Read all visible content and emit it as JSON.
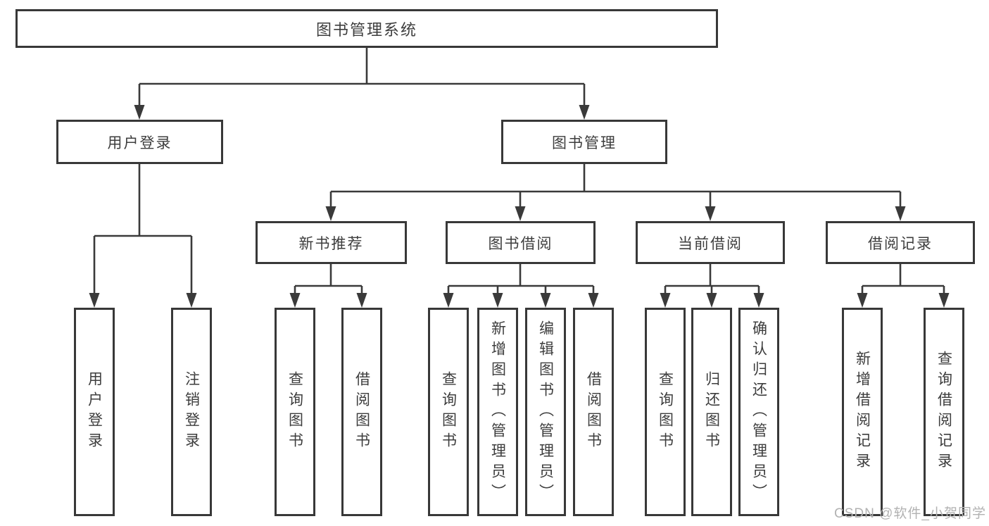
{
  "diagram_title": "图书管理系统",
  "tree": {
    "root": {
      "label": "图书管理系统"
    },
    "branches": [
      {
        "label": "用户登录",
        "children": [
          {
            "label": "用户登录"
          },
          {
            "label": "注销登录"
          }
        ]
      },
      {
        "label": "图书管理",
        "children": [
          {
            "label": "新书推荐",
            "children": [
              {
                "label": "查询图书"
              },
              {
                "label": "借阅图书"
              }
            ]
          },
          {
            "label": "图书借阅",
            "children": [
              {
                "label": "查询图书"
              },
              {
                "label": "新增图书（管理员）"
              },
              {
                "label": "编辑图书（管理员）"
              },
              {
                "label": "借阅图书"
              }
            ]
          },
          {
            "label": "当前借阅",
            "children": [
              {
                "label": "查询图书"
              },
              {
                "label": "归还图书"
              },
              {
                "label": "确认归还（管理员）"
              }
            ]
          },
          {
            "label": "借阅记录",
            "children": [
              {
                "label": "新增借阅记录"
              },
              {
                "label": "查询借阅记录"
              }
            ]
          }
        ]
      }
    ]
  },
  "watermark": "CSDN @软件_小贺同学",
  "colors": {
    "line": "#3a3a3a",
    "border": "#383838",
    "text": "#3d3d3d",
    "background": "#ffffff",
    "watermark": "#b2b2b2"
  }
}
